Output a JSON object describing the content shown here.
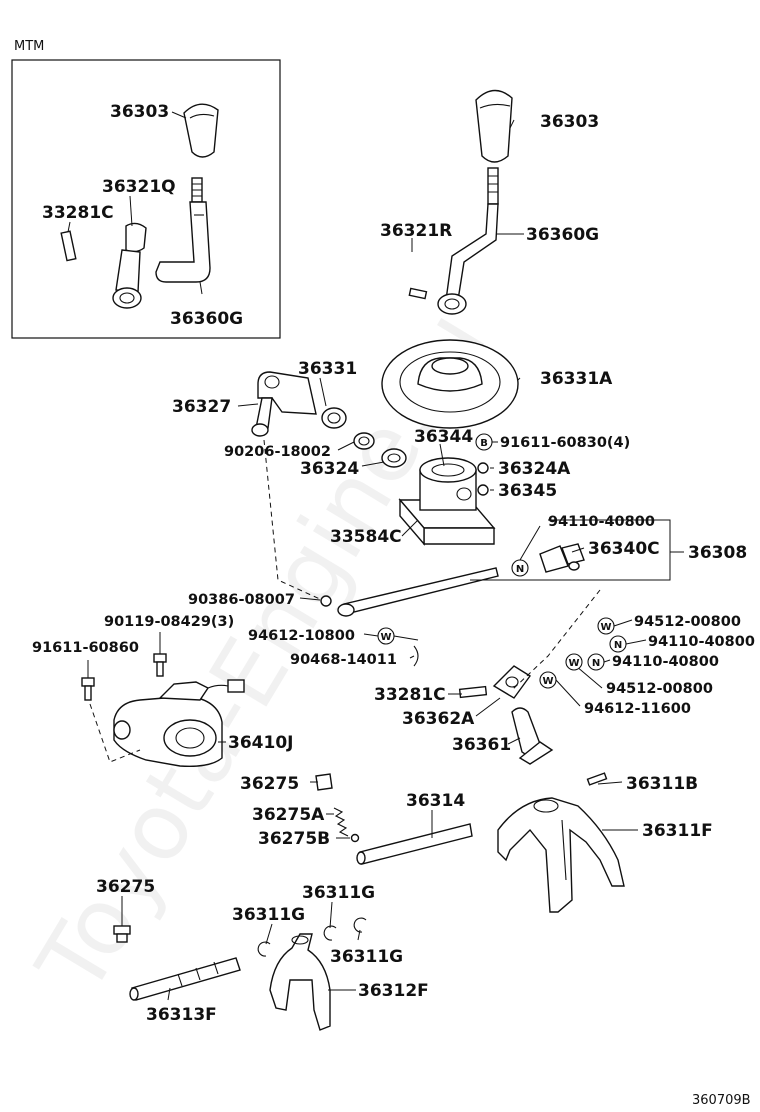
{
  "header": {
    "variant": "MTM"
  },
  "watermark": "Toyota-Engine.ru",
  "footer": {
    "code": "360709B"
  },
  "markers": {
    "n": "N",
    "w": "W",
    "b": "B"
  },
  "callouts": {
    "c36303a": "36303",
    "c36321q": "36321Q",
    "c33281ca": "33281C",
    "c36360ga": "36360G",
    "c36303b": "36303",
    "c36321r": "36321R",
    "c36360gb": "36360G",
    "c36331": "36331",
    "c36331a": "36331A",
    "c36327": "36327",
    "c90206": "90206-18002",
    "c36324": "36324",
    "c36344": "36344",
    "c91611a": "91611-60830(4)",
    "c36324a": "36324A",
    "c36345": "36345",
    "c33584c": "33584C",
    "c94110a": "94110-40800",
    "c36340c": "36340C",
    "c36308": "36308",
    "c90386": "90386-08007",
    "c90119": "90119-08429(3)",
    "c91611b": "91611-60860",
    "c94612a": "94612-10800",
    "c90468": "90468-14011",
    "c94512a": "94512-00800",
    "c94110b": "94110-40800",
    "c94110c": "94110-40800",
    "c33281cb": "33281C",
    "c94512b": "94512-00800",
    "c36362a": "36362A",
    "c94612b": "94612-11600",
    "c36410j": "36410J",
    "c36361": "36361",
    "c36275a": "36275",
    "c36275aa": "36275A",
    "c36314": "36314",
    "c36311b": "36311B",
    "c36275b": "36275B",
    "c36311f": "36311F",
    "c36275c": "36275",
    "c36311ga": "36311G",
    "c36311gb": "36311G",
    "c36311gc": "36311G",
    "c36312f": "36312F",
    "c36313f": "36313F"
  }
}
